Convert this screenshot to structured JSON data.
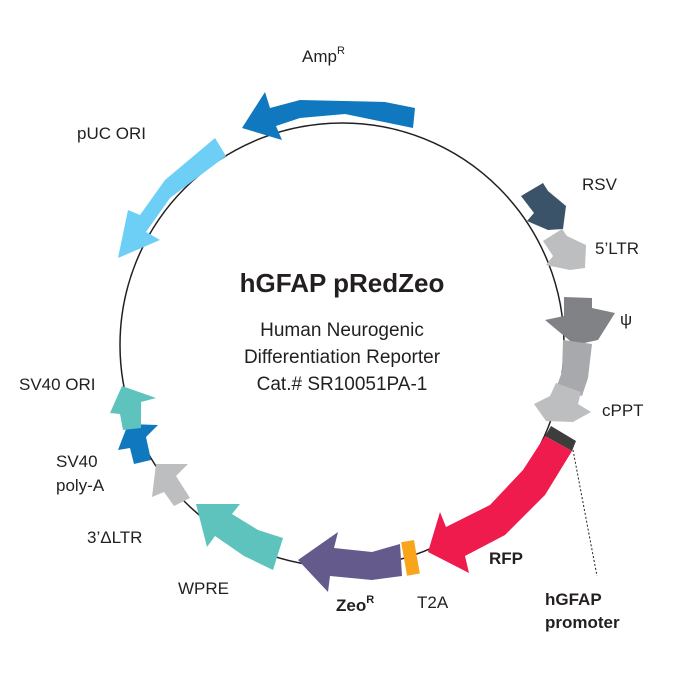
{
  "center": {
    "title": "hGFAP pRedZeo",
    "line1": "Human Neurogenic",
    "line2": "Differentiation Reporter",
    "line3": "Cat.# SR10051PA-1"
  },
  "features": [
    {
      "id": "ampr",
      "label": "Amp",
      "sup": "R",
      "color": "#0f78be"
    },
    {
      "id": "puc-ori",
      "label": "pUC ORI",
      "color": "#6dcff6"
    },
    {
      "id": "rsv",
      "label": "RSV",
      "color": "#3b5368"
    },
    {
      "id": "ltr5",
      "label": "5’LTR",
      "color": "#bcbec0"
    },
    {
      "id": "psi",
      "label": "ψ",
      "color": "#808285"
    },
    {
      "id": "cppt",
      "label": "cPPT",
      "color": "#bcbec0"
    },
    {
      "id": "rfp",
      "label": "RFP",
      "color": "#ef1b4d"
    },
    {
      "id": "hgfap-promoter",
      "label1": "hGFAP",
      "label2": "promoter",
      "color": "#3d3d3d"
    },
    {
      "id": "t2a",
      "label": "T2A",
      "color": "#f8a51b"
    },
    {
      "id": "zeor",
      "label": "Zeo",
      "sup": "R",
      "color": "#645a8c"
    },
    {
      "id": "wpre",
      "label": "WPRE",
      "color": "#5ec3bd"
    },
    {
      "id": "ltr3",
      "label": "3’ΔLTR",
      "color": "#bcbec0"
    },
    {
      "id": "sv40-polya",
      "label1": "SV40",
      "label2": "poly-A",
      "color": "#0f78be"
    },
    {
      "id": "sv40-ori",
      "label": "SV40 ORI",
      "color": "#5ec3bd"
    }
  ]
}
